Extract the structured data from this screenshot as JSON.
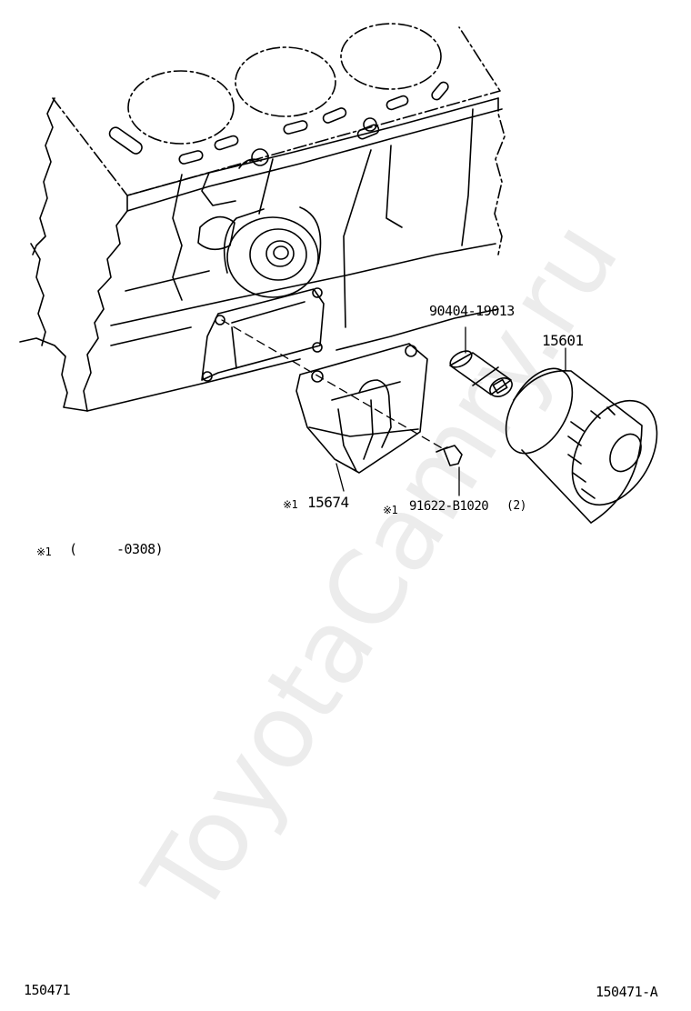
{
  "parts": {
    "adapter": "90404-19013",
    "filter": "15601",
    "bracket": "15674",
    "bolt": "91622-B1020",
    "bolt_qty": "(2)"
  },
  "note": {
    "mark": "※1",
    "open_paren": "(",
    "range": "-0308)"
  },
  "footer": {
    "left": "150471",
    "right": "150471-A"
  },
  "watermark": "ToyotaCamry.ru"
}
